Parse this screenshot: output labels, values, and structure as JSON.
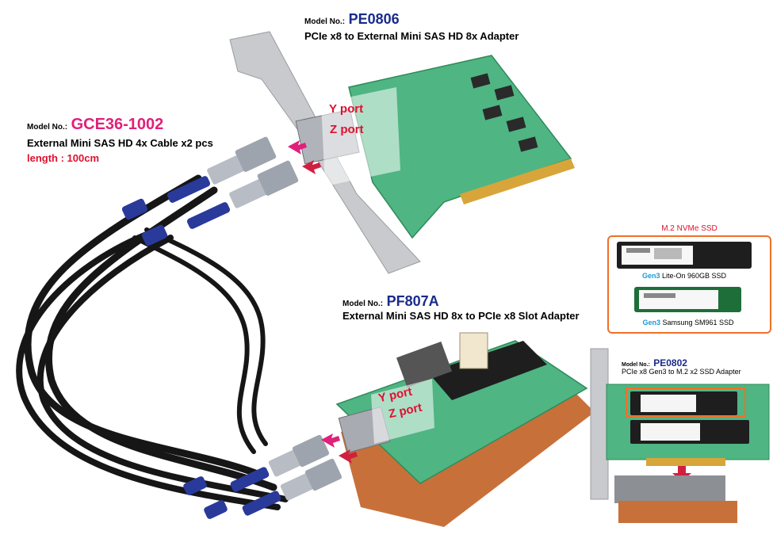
{
  "pe0806": {
    "model_prefix": "Model No.:",
    "model": "PE0806",
    "desc": "PCIe x8 to External Mini SAS HD 8x Adapter",
    "y_port": "Y port",
    "z_port": "Z port"
  },
  "gce36": {
    "model_prefix": "Model No.:",
    "model": "GCE36-1002",
    "desc": "External Mini SAS HD 4x Cable x2 pcs",
    "length": "length : 100cm"
  },
  "pf807a": {
    "model_prefix": "Model No.:",
    "model": "PF807A",
    "desc": "External Mini SAS HD 8x to PCIe x8 Slot Adapter",
    "y_port": "Y port",
    "z_port": "Z port"
  },
  "ssd": {
    "title": "M.2 NVMe SSD",
    "item1_gen": "Gen3",
    "item1_name": "Lite-On 960GB SSD",
    "item2_gen": "Gen3",
    "item2_name": "Samsung SM961 SSD"
  },
  "pe0802": {
    "model_prefix": "Model No.:",
    "model": "PE0802",
    "desc": "PCIe x8 Gen3 to M.2 x2 SSD Adapter"
  },
  "colors": {
    "pcb_green": "#4fb583",
    "bracket_silver": "#c8cace",
    "cable_black": "#161616",
    "pull_tab_blue": "#2a3a9a",
    "base_orange": "#c8703a",
    "accent_magenta": "#e0207a"
  }
}
